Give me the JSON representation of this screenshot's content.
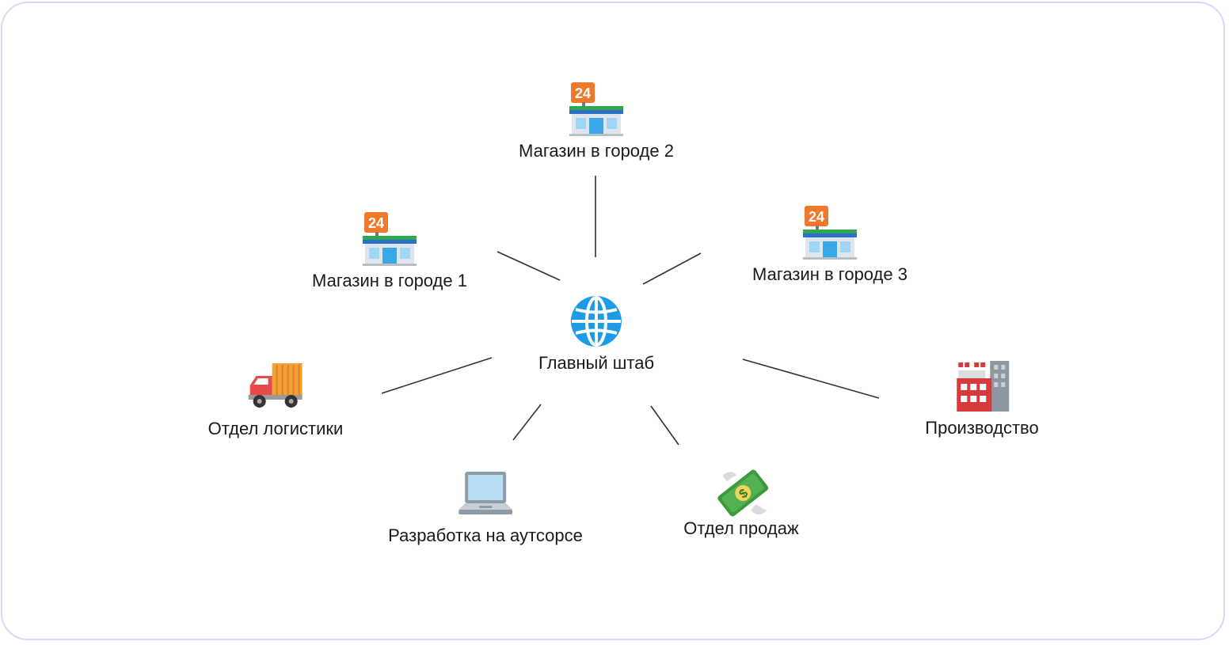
{
  "nodes": {
    "hq": {
      "label": "Главный штаб",
      "icon": "globe-icon"
    },
    "store_1": {
      "label": "Магазин в городе 1",
      "icon": "convenience-store-icon"
    },
    "store_2": {
      "label": "Магазин в городе 2",
      "icon": "convenience-store-icon"
    },
    "store_3": {
      "label": "Магазин в городе 3",
      "icon": "convenience-store-icon"
    },
    "logistics": {
      "label": "Отдел логистики",
      "icon": "delivery-truck-icon"
    },
    "production": {
      "label": "Производство",
      "icon": "factory-icon"
    },
    "outsourcing": {
      "label": "Разработка на аутсорсе",
      "icon": "laptop-icon"
    },
    "sales": {
      "label": "Отдел продаж",
      "icon": "money-with-wings-icon"
    }
  },
  "store_sign_text": "24",
  "colors": {
    "frame_border": "#ddd4f7",
    "line": "#333333",
    "globe": "#1e9be6",
    "store_sign": "#f0782d",
    "store_stripe": "#2fa84f",
    "store_awning": "#2d6fc8",
    "truck_cargo": "#f3a03a",
    "truck_cab": "#e64a4a",
    "factory_red": "#d63b3b",
    "money_green": "#3c9a3c"
  }
}
